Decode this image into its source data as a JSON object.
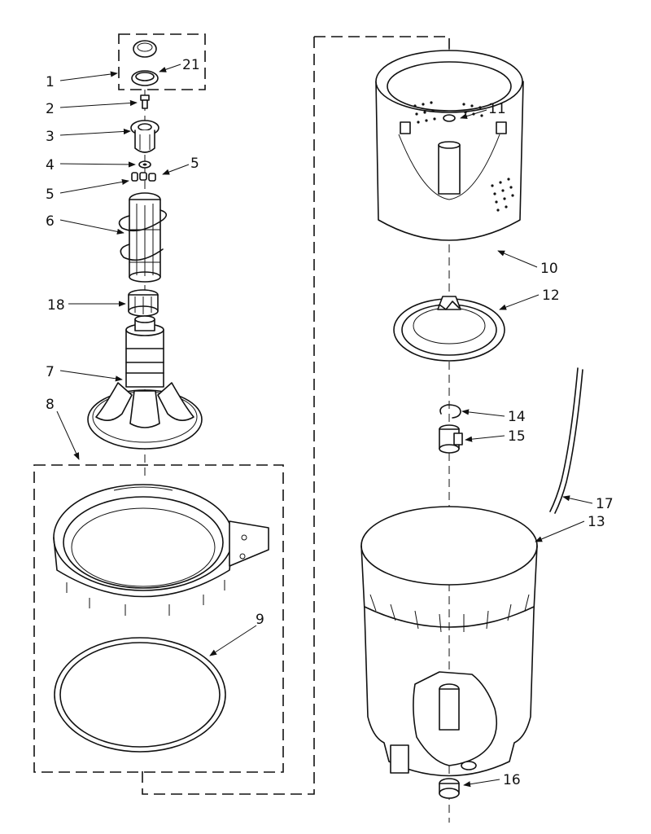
{
  "diagram": {
    "callouts": [
      {
        "id": "1",
        "text": "1"
      },
      {
        "id": "21",
        "text": "21"
      },
      {
        "id": "2",
        "text": "2"
      },
      {
        "id": "3",
        "text": "3"
      },
      {
        "id": "4",
        "text": "4"
      },
      {
        "id": "5a",
        "text": "5"
      },
      {
        "id": "5b",
        "text": "5"
      },
      {
        "id": "6",
        "text": "6"
      },
      {
        "id": "18",
        "text": "18"
      },
      {
        "id": "7",
        "text": "7"
      },
      {
        "id": "8",
        "text": "8"
      },
      {
        "id": "9",
        "text": "9"
      },
      {
        "id": "11",
        "text": "11"
      },
      {
        "id": "10",
        "text": "10"
      },
      {
        "id": "12",
        "text": "12"
      },
      {
        "id": "14",
        "text": "14"
      },
      {
        "id": "15",
        "text": "15"
      },
      {
        "id": "17",
        "text": "17"
      },
      {
        "id": "13",
        "text": "13"
      },
      {
        "id": "16",
        "text": "16"
      }
    ]
  }
}
